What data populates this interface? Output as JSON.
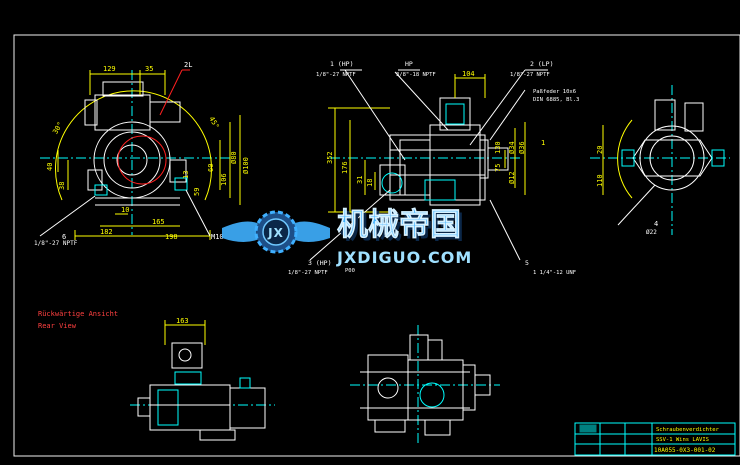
{
  "colors": {
    "background": "#000000",
    "frame": "#f0f0f0",
    "dimension": "#ffff00",
    "part_outline": "#ffffff",
    "center_line": "#00ffff",
    "leader": "#ff2020",
    "annotation_red": "#ff4040",
    "title_block": "#00ffff",
    "watermark_blue": "#3fb0ff",
    "watermark_shadow": "#1d4f88"
  },
  "front_view": {
    "dims": {
      "d129": "129",
      "d35": "35",
      "d2l": "2L",
      "a30": "30°",
      "a45": "45°",
      "d40": "40",
      "d38": "38",
      "d10": "10",
      "d165": "165",
      "d182": "182",
      "d198": "198",
      "dm10": "M10",
      "d6": "6",
      "phi80": "Ø80",
      "phi100": "Ø100",
      "d106": "106",
      "d60": "60",
      "d59": "59",
      "d13": "13"
    },
    "labels": {
      "port_thread": "1/8\"-27 NPTF"
    }
  },
  "side_view": {
    "callouts": {
      "port1": "1 (HP)",
      "port1_thread": "1/8\"-27 NPTF",
      "hp": "HP",
      "hp_thread": "3/8\"-18 NPTF",
      "port2": "2 (LP)",
      "port2_thread": "1/8\"-27 NPTF",
      "key_label_1": "Paßfeder 10x6",
      "key_label_2": "DIN 6885, Bl.3",
      "port3": "3 (HP)",
      "port3_thread": "1/8\"-27 NPTF",
      "port5": "5",
      "port5_thread": "1 1/4\"-12 UNF",
      "pos_mark": "P00"
    },
    "dims": {
      "d104": "104",
      "d352": "352",
      "d176": "176",
      "d31": "31",
      "d18": "18",
      "d130": "130",
      "d75": "75",
      "phi34": "Ø34",
      "phi36": "Ø36",
      "phi12": "Ø12",
      "d1": "1"
    }
  },
  "right_view": {
    "dims": {
      "d20": "20",
      "d110": "110",
      "d4": "4",
      "d225": "Ø22"
    }
  },
  "rear_view": {
    "label_de": "Rückwärtige Ansicht",
    "label_en": "Rear View",
    "dim_width": "163"
  },
  "title_block": {
    "line1": "Schraubenverdichter",
    "line2": "SSV-1 Wins LAVIS",
    "drawing_no": "10A055-0X3-001-02"
  },
  "watermark": {
    "cn": "机械帝国",
    "en": "JXDIGUO.COM",
    "badge": "JX"
  }
}
